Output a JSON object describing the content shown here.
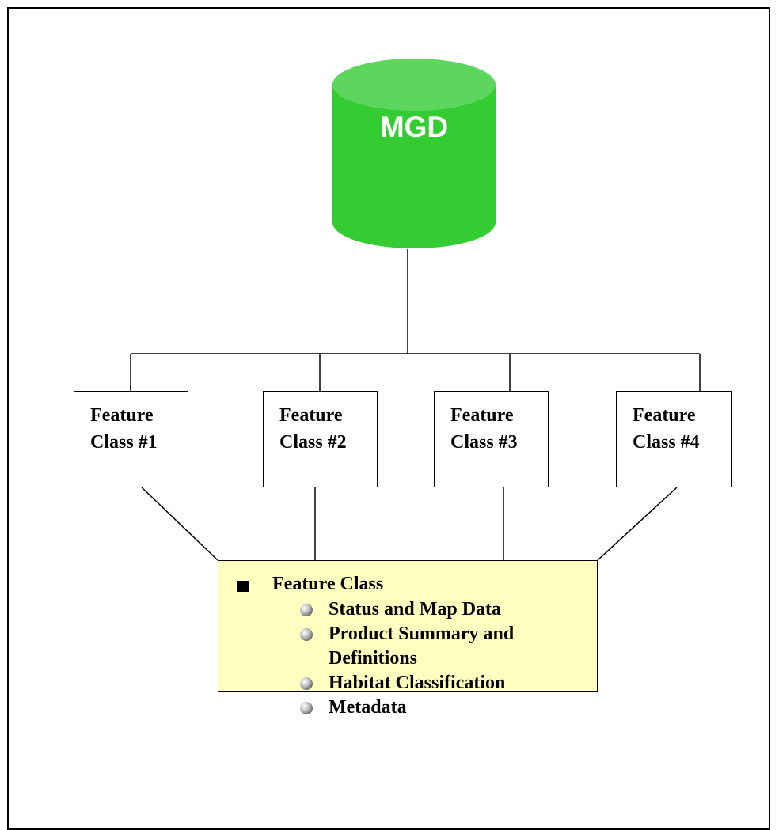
{
  "database": {
    "label": "MGD",
    "color": "#33cc33",
    "top_color": "#5cd65c"
  },
  "feature_classes": [
    {
      "line1": "Feature",
      "line2": "Class #1"
    },
    {
      "line1": "Feature",
      "line2": "Class #2"
    },
    {
      "line1": "Feature",
      "line2": "Class #3"
    },
    {
      "line1": "Feature",
      "line2": "Class #4"
    }
  ],
  "detail": {
    "title": "Feature Class",
    "background": "#ffffc0",
    "items": [
      "Status and Map Data",
      "Product Summary and Definitions",
      "Habitat Classification",
      "Metadata"
    ]
  }
}
